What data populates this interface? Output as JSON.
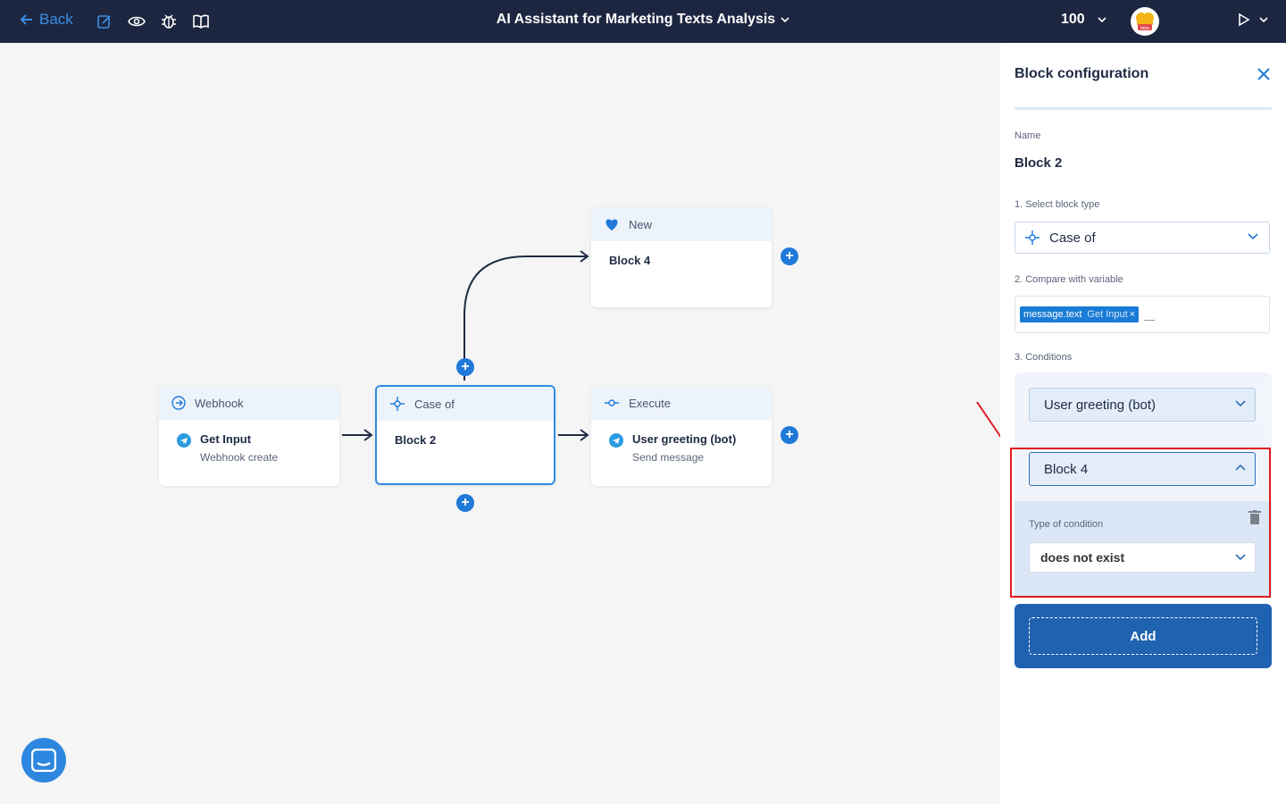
{
  "topbar": {
    "back_label": "Back",
    "title": "AI Assistant for Marketing Texts Analysis",
    "zoom": "100",
    "avatar_badge": "beta",
    "icons": [
      "edit-icon",
      "eye-icon",
      "bug-icon",
      "book-icon",
      "play-icon"
    ]
  },
  "canvas": {
    "nodes": [
      {
        "kind": "Webhook",
        "title": "Get Input",
        "subtitle": "Webhook create"
      },
      {
        "kind": "Case of",
        "title": "Block 2"
      },
      {
        "kind": "Execute",
        "title": "User greeting (bot)",
        "subtitle": "Send message"
      },
      {
        "kind": "New",
        "title": "Block 4"
      }
    ]
  },
  "panel": {
    "title": "Block configuration",
    "name_label": "Name",
    "name_value": "Block 2",
    "block_type_label": "1. Select block type",
    "block_type_value": "Case of",
    "compare_label": "2. Compare with variable",
    "variable_tag": "message.text",
    "variable_source": "Get Input",
    "tag_remove": "×",
    "conditions_label": "3. Conditions",
    "condition_first": "User greeting (bot)",
    "condition_second": "Block 4",
    "type_of_condition_label": "Type of condition",
    "type_of_condition_value": "does not exist",
    "add_label": "Add"
  },
  "colors": {
    "topbar": "#1d2640",
    "accent": "#2079d8",
    "highlight": "#e11b22",
    "add_button": "#1e62b0"
  }
}
